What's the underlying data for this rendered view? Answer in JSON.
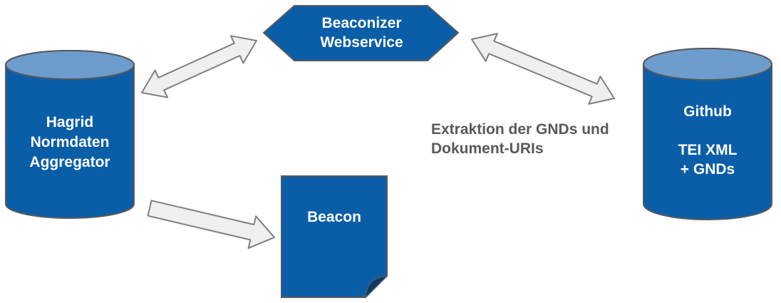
{
  "diagram": {
    "nodes": {
      "hagrid": {
        "shape": "cylinder",
        "lines": [
          "Hagrid",
          "Normdaten",
          "Aggregator"
        ]
      },
      "beaconizer": {
        "shape": "hexagon",
        "lines": [
          "Beaconizer",
          "Webservice"
        ]
      },
      "github": {
        "shape": "cylinder",
        "title": "Github",
        "lines": [
          "TEI XML",
          "+ GNDs"
        ]
      },
      "beacon": {
        "shape": "document",
        "lines": [
          "Beacon"
        ]
      }
    },
    "annotation": {
      "lines": [
        "Extraktion der GNDs und",
        "Dokument-URIs"
      ]
    },
    "connections": [
      {
        "from": "hagrid",
        "to": "beaconizer",
        "type": "bidirectional"
      },
      {
        "from": "beaconizer",
        "to": "github",
        "type": "bidirectional"
      },
      {
        "from": "hagrid",
        "to": "beacon",
        "type": "unidirectional"
      }
    ],
    "colors": {
      "node_fill": "#0a5ea8",
      "cylinder_top_fill": "#6d9dcc",
      "node_stroke": "#58595b",
      "arrow_fill": "#efefef",
      "arrow_stroke": "#7f7f7f",
      "node_text": "#ffffff",
      "annotation_text": "#595959",
      "document_fold_fill": "#083b66",
      "background": "#ffffff"
    }
  }
}
